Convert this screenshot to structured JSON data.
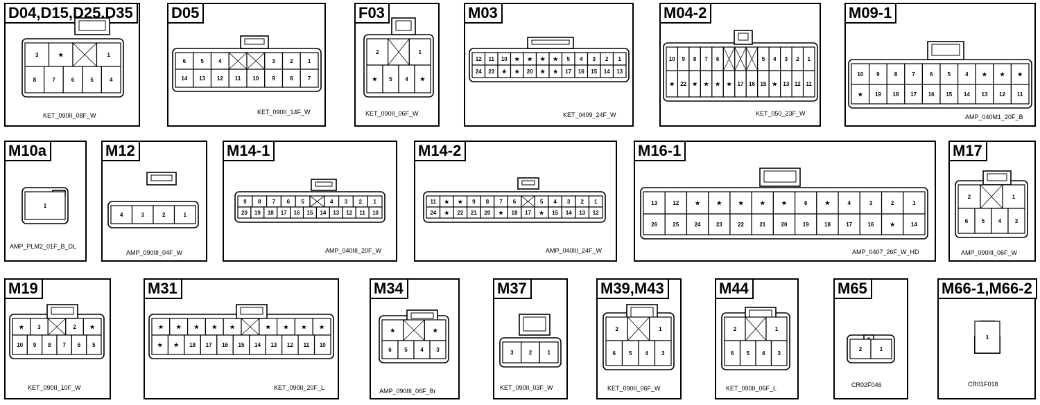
{
  "connectors": [
    {
      "title": "D04,D15,D25,D35",
      "code": "KET_090II_08F_W",
      "pins": [
        [
          "3",
          "★",
          "",
          "1"
        ],
        [
          "8",
          "7",
          "6",
          "5",
          "4"
        ]
      ]
    },
    {
      "title": "D05",
      "code": "KET_090II_14F_W",
      "pins": [
        [
          "6",
          "5",
          "4",
          "",
          "",
          "3",
          "2",
          "1"
        ],
        [
          "14",
          "13",
          "12",
          "11",
          "10",
          "9",
          "8",
          "7"
        ]
      ]
    },
    {
      "title": "F03",
      "code": "KET_090II_06F_W",
      "pins": [
        [
          "2",
          "",
          "1"
        ],
        [
          "★",
          "5",
          "4",
          "★"
        ]
      ]
    },
    {
      "title": "M03",
      "code": "KET_0409_24F_W",
      "pins": [
        [
          "12",
          "11",
          "10",
          "★",
          "★",
          "★",
          "★",
          "5",
          "4",
          "3",
          "2",
          "1"
        ],
        [
          "24",
          "23",
          "★",
          "★",
          "20",
          "★",
          "★",
          "17",
          "16",
          "15",
          "14",
          "13"
        ]
      ]
    },
    {
      "title": "M04-2",
      "code": "KET_050_23F_W",
      "pins": [
        [
          "10",
          "9",
          "8",
          "7",
          "6",
          "",
          "",
          "",
          "5",
          "4",
          "3",
          "2",
          "1"
        ],
        [
          "★",
          "22",
          "★",
          "★",
          "★",
          "★",
          "17",
          "16",
          "15",
          "★",
          "13",
          "12",
          "11"
        ]
      ]
    },
    {
      "title": "M09-1",
      "code": "AMP_040M1_20F_B",
      "pins": [
        [
          "10",
          "9",
          "8",
          "7",
          "6",
          "5",
          "4",
          "★",
          "★",
          "★"
        ],
        [
          "★",
          "19",
          "18",
          "17",
          "16",
          "15",
          "14",
          "13",
          "12",
          "11"
        ]
      ]
    },
    {
      "title": "M10a",
      "code": "AMP_PLM2_01F_B_DL",
      "pins": [
        [
          "1"
        ]
      ]
    },
    {
      "title": "M12",
      "code": "AMP_090III_04F_W",
      "pins": [
        [
          "4",
          "3",
          "2",
          "1"
        ]
      ]
    },
    {
      "title": "M14-1",
      "code": "AMP_040III_20F_W",
      "pins": [
        [
          "9",
          "8",
          "7",
          "6",
          "5",
          "",
          "4",
          "3",
          "2",
          "1"
        ],
        [
          "20",
          "19",
          "18",
          "17",
          "16",
          "15",
          "14",
          "13",
          "12",
          "11",
          "10"
        ]
      ]
    },
    {
      "title": "M14-2",
      "code": "AMP_040III_24F_W",
      "pins": [
        [
          "11",
          "★",
          "★",
          "9",
          "8",
          "7",
          "6",
          "",
          "5",
          "4",
          "3",
          "2",
          "1"
        ],
        [
          "24",
          "★",
          "22",
          "21",
          "20",
          "★",
          "18",
          "17",
          "★",
          "15",
          "14",
          "13",
          "12"
        ]
      ]
    },
    {
      "title": "M16-1",
      "code": "AMP_0407_26F_W_HD",
      "pins": [
        [
          "13",
          "12",
          "★",
          "★",
          "★",
          "★",
          "★",
          "6",
          "★",
          "4",
          "3",
          "2",
          "1"
        ],
        [
          "26",
          "25",
          "24",
          "23",
          "22",
          "21",
          "20",
          "19",
          "18",
          "17",
          "16",
          "★",
          "14"
        ]
      ]
    },
    {
      "title": "M17",
      "code": "AMP_090III_06F_W",
      "pins": [
        [
          "2",
          "",
          "1"
        ],
        [
          "6",
          "5",
          "4",
          "3"
        ]
      ]
    },
    {
      "title": "M19",
      "code": "KET_090II_10F_W",
      "pins": [
        [
          "★",
          "3",
          "",
          "2",
          "★"
        ],
        [
          "10",
          "9",
          "8",
          "7",
          "6",
          "5"
        ]
      ]
    },
    {
      "title": "M31",
      "code": "KET_090II_20F_L",
      "pins": [
        [
          "★",
          "★",
          "★",
          "★",
          "★",
          "",
          "★",
          "★",
          "★",
          "★"
        ],
        [
          "★",
          "★",
          "18",
          "17",
          "16",
          "15",
          "14",
          "13",
          "12",
          "11",
          "10"
        ]
      ]
    },
    {
      "title": "M34",
      "code": "AMP_090III_06F_Br",
      "pins": [
        [
          "★",
          "",
          "★"
        ],
        [
          "6",
          "5",
          "4",
          "3"
        ]
      ]
    },
    {
      "title": "M37",
      "code": "KET_090II_03F_W",
      "pins": [
        [
          "3",
          "2",
          "1"
        ]
      ]
    },
    {
      "title": "M39,M43",
      "code": "KET_090II_06F_W",
      "pins": [
        [
          "2",
          "",
          "1"
        ],
        [
          "6",
          "5",
          "4",
          "3"
        ]
      ]
    },
    {
      "title": "M44",
      "code": "KET_090II_06F_L",
      "pins": [
        [
          "2",
          "",
          "1"
        ],
        [
          "6",
          "5",
          "4",
          "3"
        ]
      ]
    },
    {
      "title": "M65",
      "code": "CR02F046",
      "pins": [
        [
          "2",
          "1"
        ]
      ]
    },
    {
      "title": "M66-1,M66-2",
      "code": "CR01F018",
      "pins": [
        [
          "1"
        ]
      ]
    }
  ]
}
